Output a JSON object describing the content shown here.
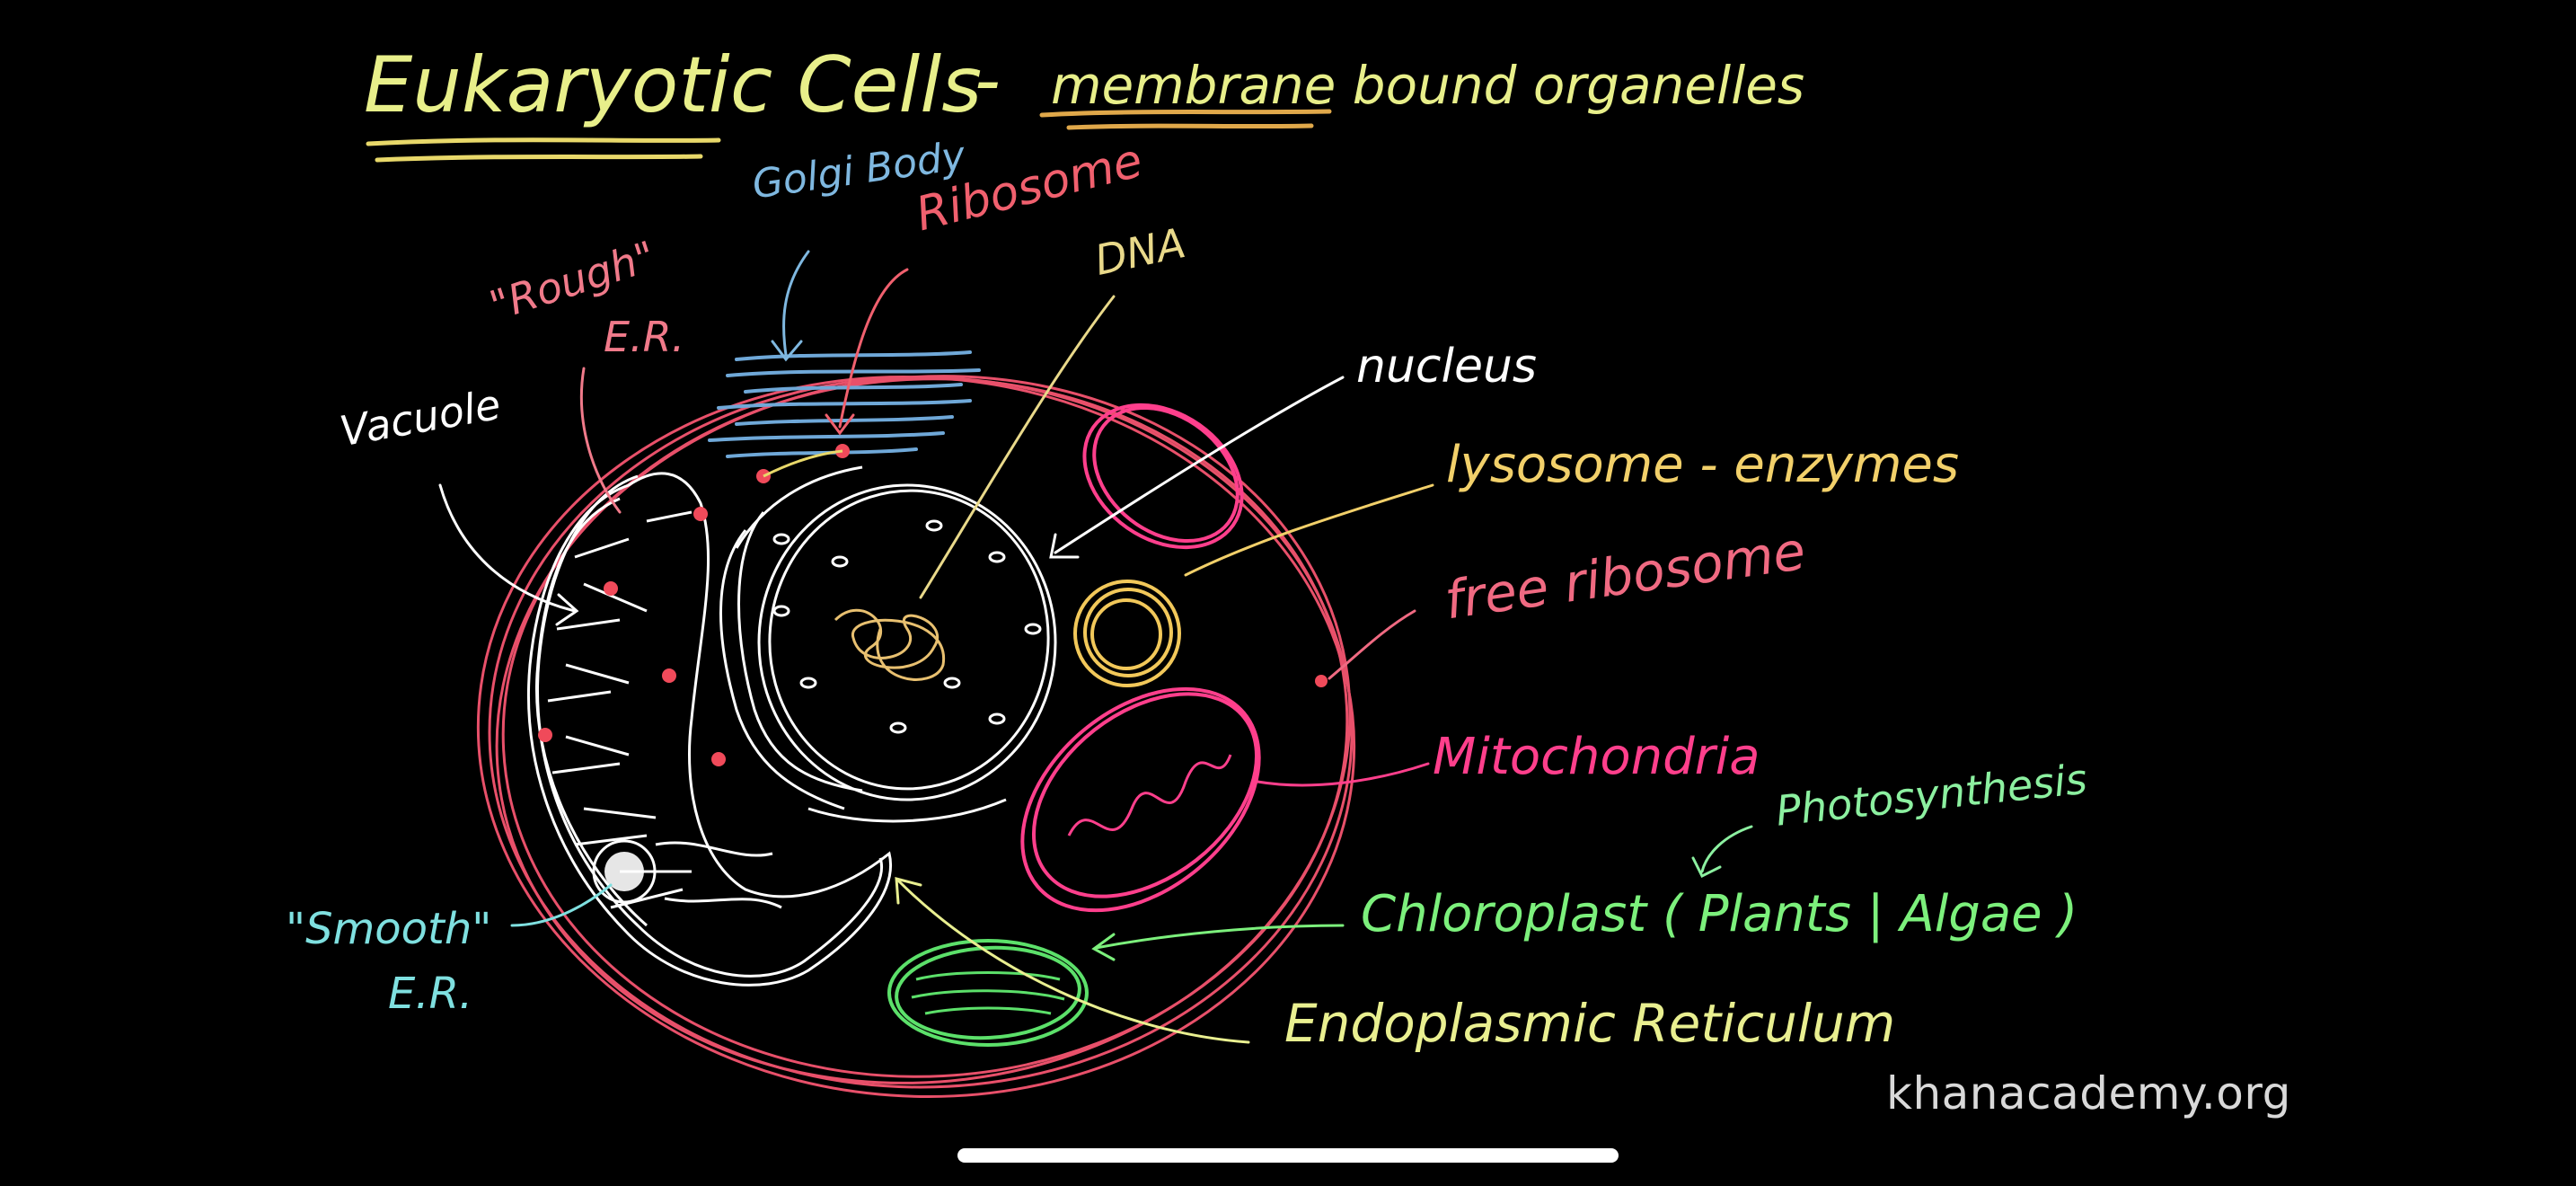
{
  "title": {
    "main": "Eukaryotic Cells",
    "dash": "-",
    "subtitle": "membrane bound organelles"
  },
  "labels": {
    "golgi": "Golgi Body",
    "ribosome": "Ribosome",
    "dna": "DNA",
    "rough_er_quote": "\"Rough\"",
    "rough_er": "E.R.",
    "vacuole": "Vacuole",
    "nucleus": "nucleus",
    "lysosome": "lysosome - enzymes",
    "free_ribosome": "free ribosome",
    "mitochondria": "Mitochondria",
    "photosynthesis": "Photosynthesis",
    "chloroplast": "Chloroplast ( Plants | Algae )",
    "smooth_er_quote": "\"Smooth\"",
    "smooth_er": "E.R.",
    "endoplasmic_reticulum": "Endoplasmic Reticulum"
  },
  "watermark": "khanacademy.org",
  "colors": {
    "background": "#000000",
    "title": "#e8ef8a",
    "underline": "#e8d86a",
    "golgi": "#7fb8e0",
    "ribosome": "#f0606e",
    "dna": "#e9d98a",
    "rough_er": "#f07a8a",
    "vacuole": "#ffffff",
    "nucleus": "#ffffff",
    "lysosome": "#f2d06a",
    "free_ribosome": "#f06a82",
    "mitochondria": "#ff3f8c",
    "photosynthesis": "#8cf0a0",
    "chloroplast": "#7cf07c",
    "smooth_er": "#7fe0e0",
    "endoplasmic_reticulum": "#e9ef90",
    "cell_membrane": "#e8506a",
    "watermark": "#d9d9d9"
  }
}
